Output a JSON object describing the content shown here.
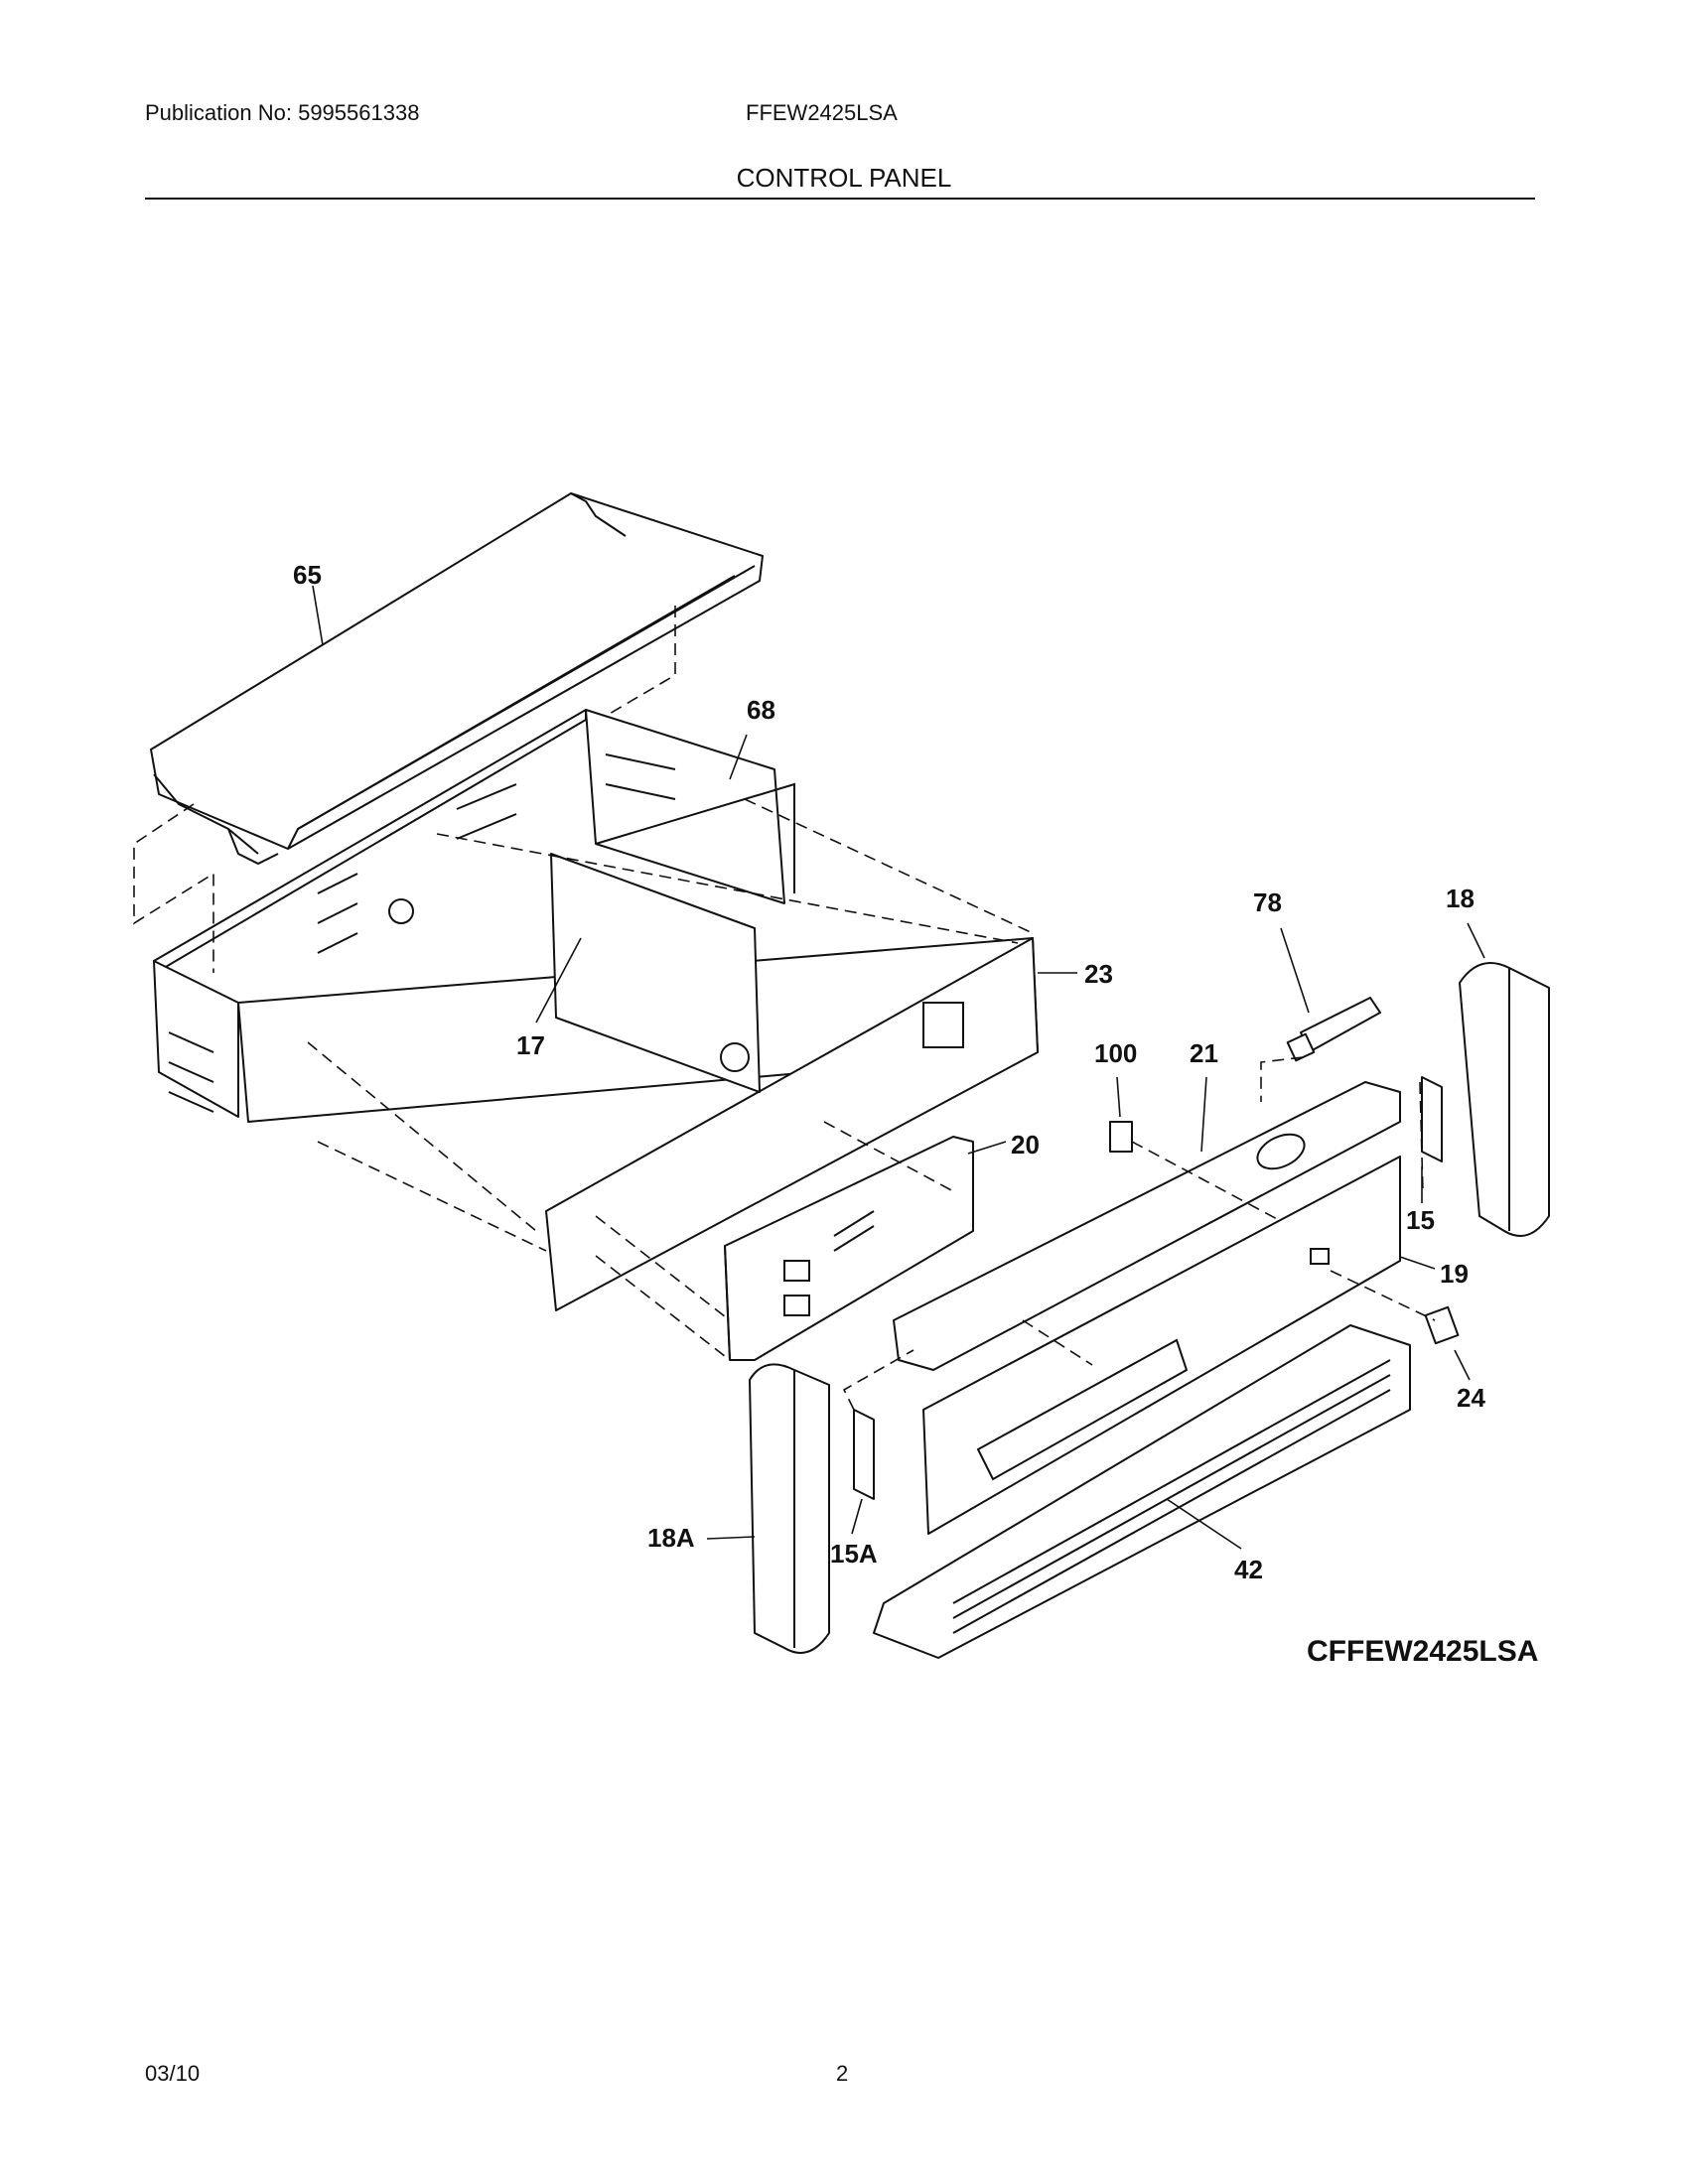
{
  "header": {
    "publication": "Publication No: 5995561338",
    "model": "FFEW2425LSA",
    "section_title": "CONTROL PANEL"
  },
  "diagram": {
    "figure_code": "CFFEW2425LSA",
    "callouts": [
      "65",
      "68",
      "17",
      "23",
      "78",
      "18",
      "100",
      "21",
      "20",
      "15",
      "19",
      "24",
      "18A",
      "15A",
      "42"
    ]
  },
  "footer": {
    "date": "03/10",
    "page_number": "2"
  }
}
